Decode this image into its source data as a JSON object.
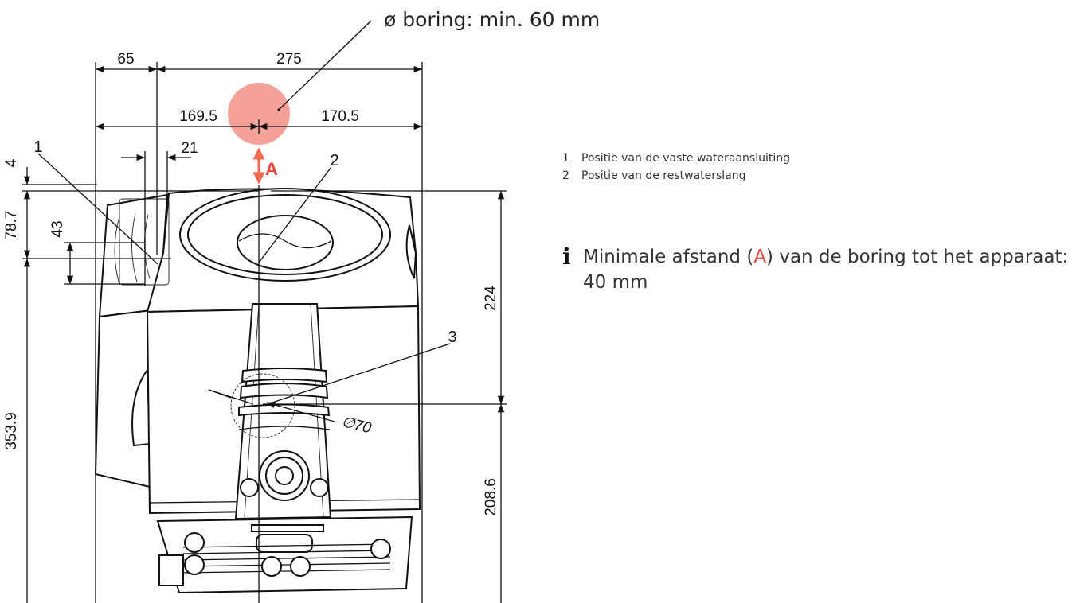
{
  "diagram": {
    "hole_label": "ø boring: min. 60 mm",
    "dimensions": {
      "d65": "65",
      "d275": "275",
      "d169_5": "169.5",
      "d170_5": "170.5",
      "d21": "21",
      "d4": "4",
      "d78_7": "78.7",
      "d43": "43",
      "d353_9": "353.9",
      "d224": "224",
      "d208_6": "208.6",
      "d70": "∅70"
    },
    "markers": {
      "m1": "1",
      "m2": "2",
      "m3": "3",
      "A": "A"
    },
    "colors": {
      "hole_fill": "#f4a19a",
      "accent_red": "#e8483d",
      "arrow_orange": "#ef6a4e"
    }
  },
  "legend": [
    {
      "num": "1",
      "text": "Positie van de vaste wateraansluiting"
    },
    {
      "num": "2",
      "text": "Positie van de restwaterslang"
    }
  ],
  "note": {
    "icon": "info-icon",
    "text_before": "Minimale afstand (",
    "highlight": "A",
    "text_after": ") van de boring tot het apparaat: 40 mm"
  }
}
